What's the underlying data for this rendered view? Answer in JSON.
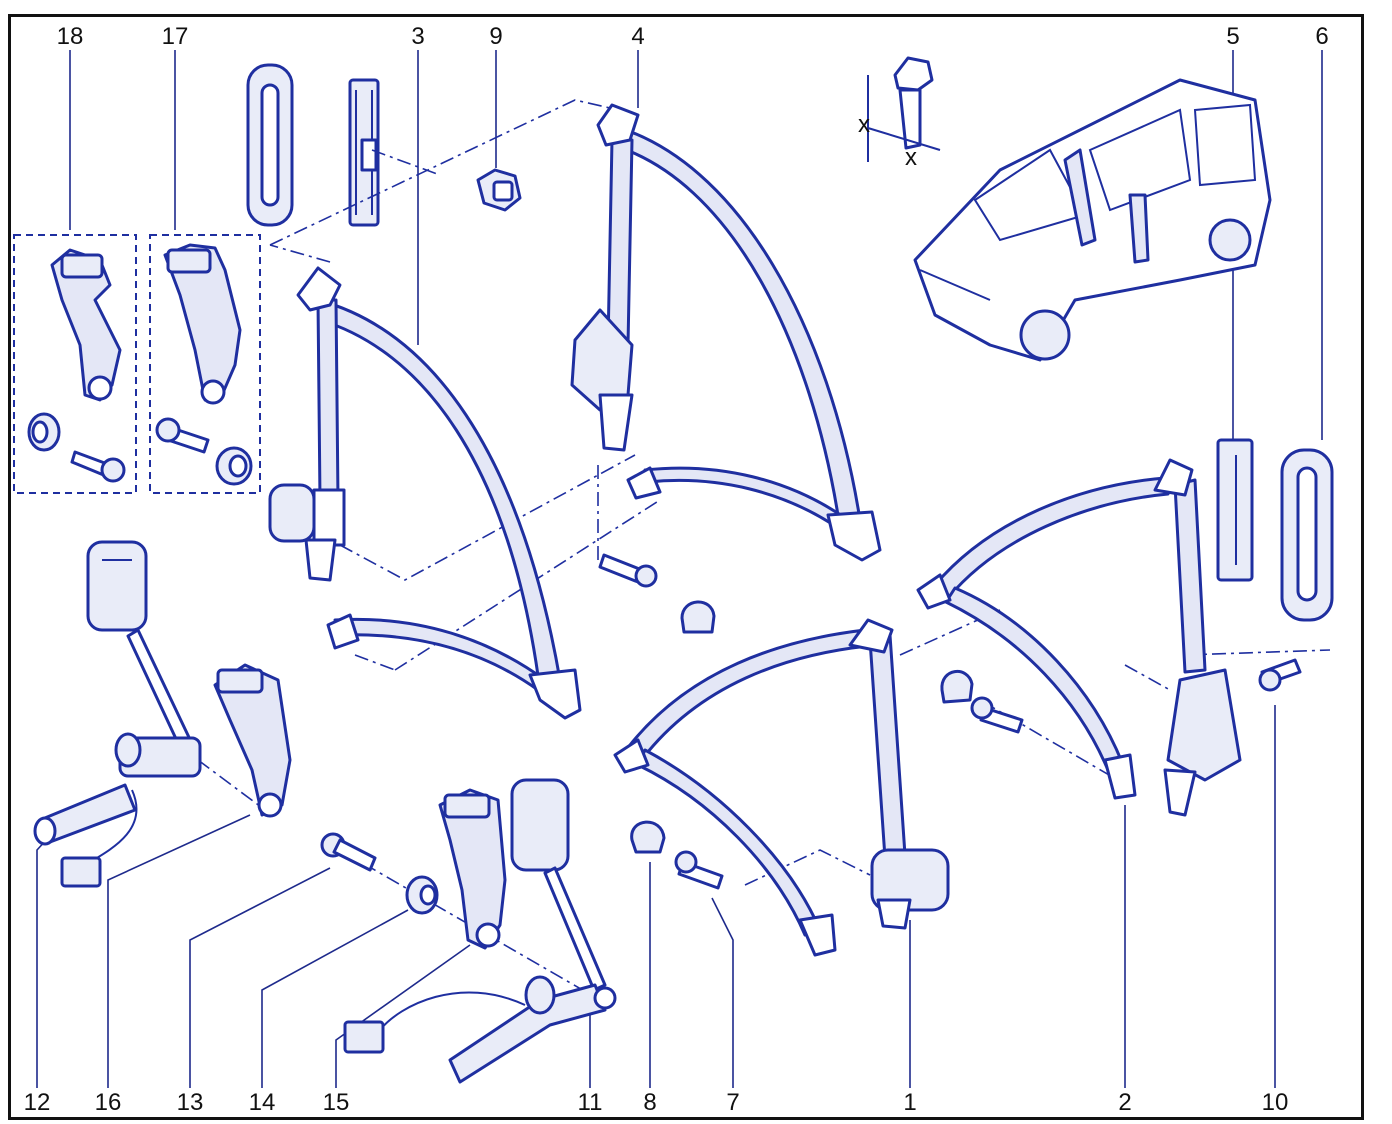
{
  "diagram": {
    "callouts": [
      "18",
      "17",
      "3",
      "9",
      "4",
      "5",
      "6",
      "12",
      "16",
      "13",
      "14",
      "15",
      "11",
      "8",
      "7",
      "1",
      "2",
      "10"
    ],
    "dimension_label": "x",
    "colors": {
      "line": "#1f2fa0",
      "fill": "#e4e7f6",
      "frame": "#111111",
      "background": "#ffffff"
    }
  }
}
